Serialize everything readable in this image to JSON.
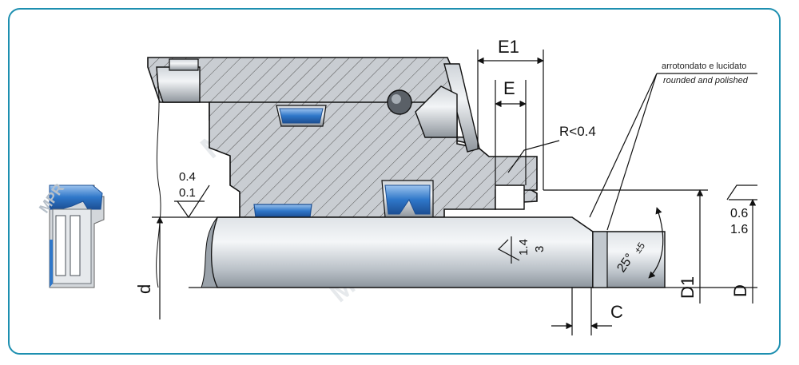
{
  "colors": {
    "frame": "#1d8fb0",
    "steel": "#c9cdd2",
    "steel_dark": "#8e959c",
    "rod_light": "#eef0f2",
    "rod_dark": "#9aa2aa",
    "seal_blue": "#2f77c9",
    "seal_blue_light": "#9cc3ee",
    "line": "#111111"
  },
  "labels": {
    "e1": "E1",
    "e": "E",
    "r": "R<0.4",
    "d_small": "d",
    "d1": "D1",
    "d_big": "D",
    "c": "C",
    "angle": "25°",
    "angle_tol": "±5",
    "note_it": "arrotondato e lucidato",
    "note_en": "rounded and polished"
  },
  "roughness": {
    "left_top": "0.4",
    "left_bottom": "0.1",
    "right_top": "0.6",
    "right_bottom": "1.6",
    "rod_top": "1.4",
    "rod_bottom": "3"
  },
  "icons": {
    "seal_section": "seal-section-icon",
    "watermark": "watermark-logo-icon"
  }
}
